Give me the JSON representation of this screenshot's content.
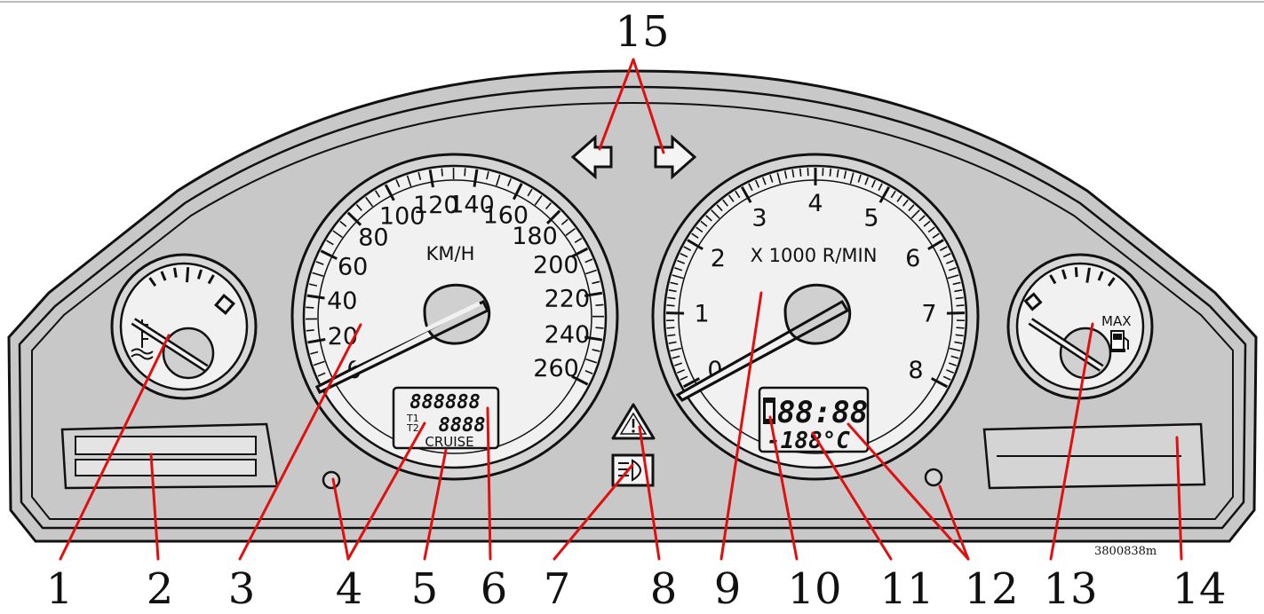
{
  "callouts": [
    "1",
    "2",
    "3",
    "4",
    "5",
    "6",
    "7",
    "8",
    "9",
    "10",
    "11",
    "12",
    "13",
    "14",
    "15"
  ],
  "speedometer": {
    "unit": "KM/H",
    "labels": [
      "0",
      "20",
      "40",
      "60",
      "80",
      "100",
      "120",
      "140",
      "160",
      "180",
      "200",
      "220",
      "240",
      "260"
    ],
    "odometer": "888888",
    "trip_prefix_1": "T1",
    "trip_prefix_2": "T2",
    "trip": "8888",
    "cruise": "CRUISE"
  },
  "tachometer": {
    "unit": "X 1000 R/MIN",
    "labels": [
      "0",
      "1",
      "2",
      "3",
      "4",
      "5",
      "6",
      "7",
      "8"
    ],
    "clock": "88:88",
    "temperature": "-188°C"
  },
  "fuel_gauge": {
    "max_label": "MAX"
  },
  "temp_gauge": {},
  "figure_code": "3800838m",
  "colors": {
    "panel": "#c7c7c7",
    "dial": "#f1f1f1",
    "leader": "#e01010",
    "ink": "#111111"
  }
}
